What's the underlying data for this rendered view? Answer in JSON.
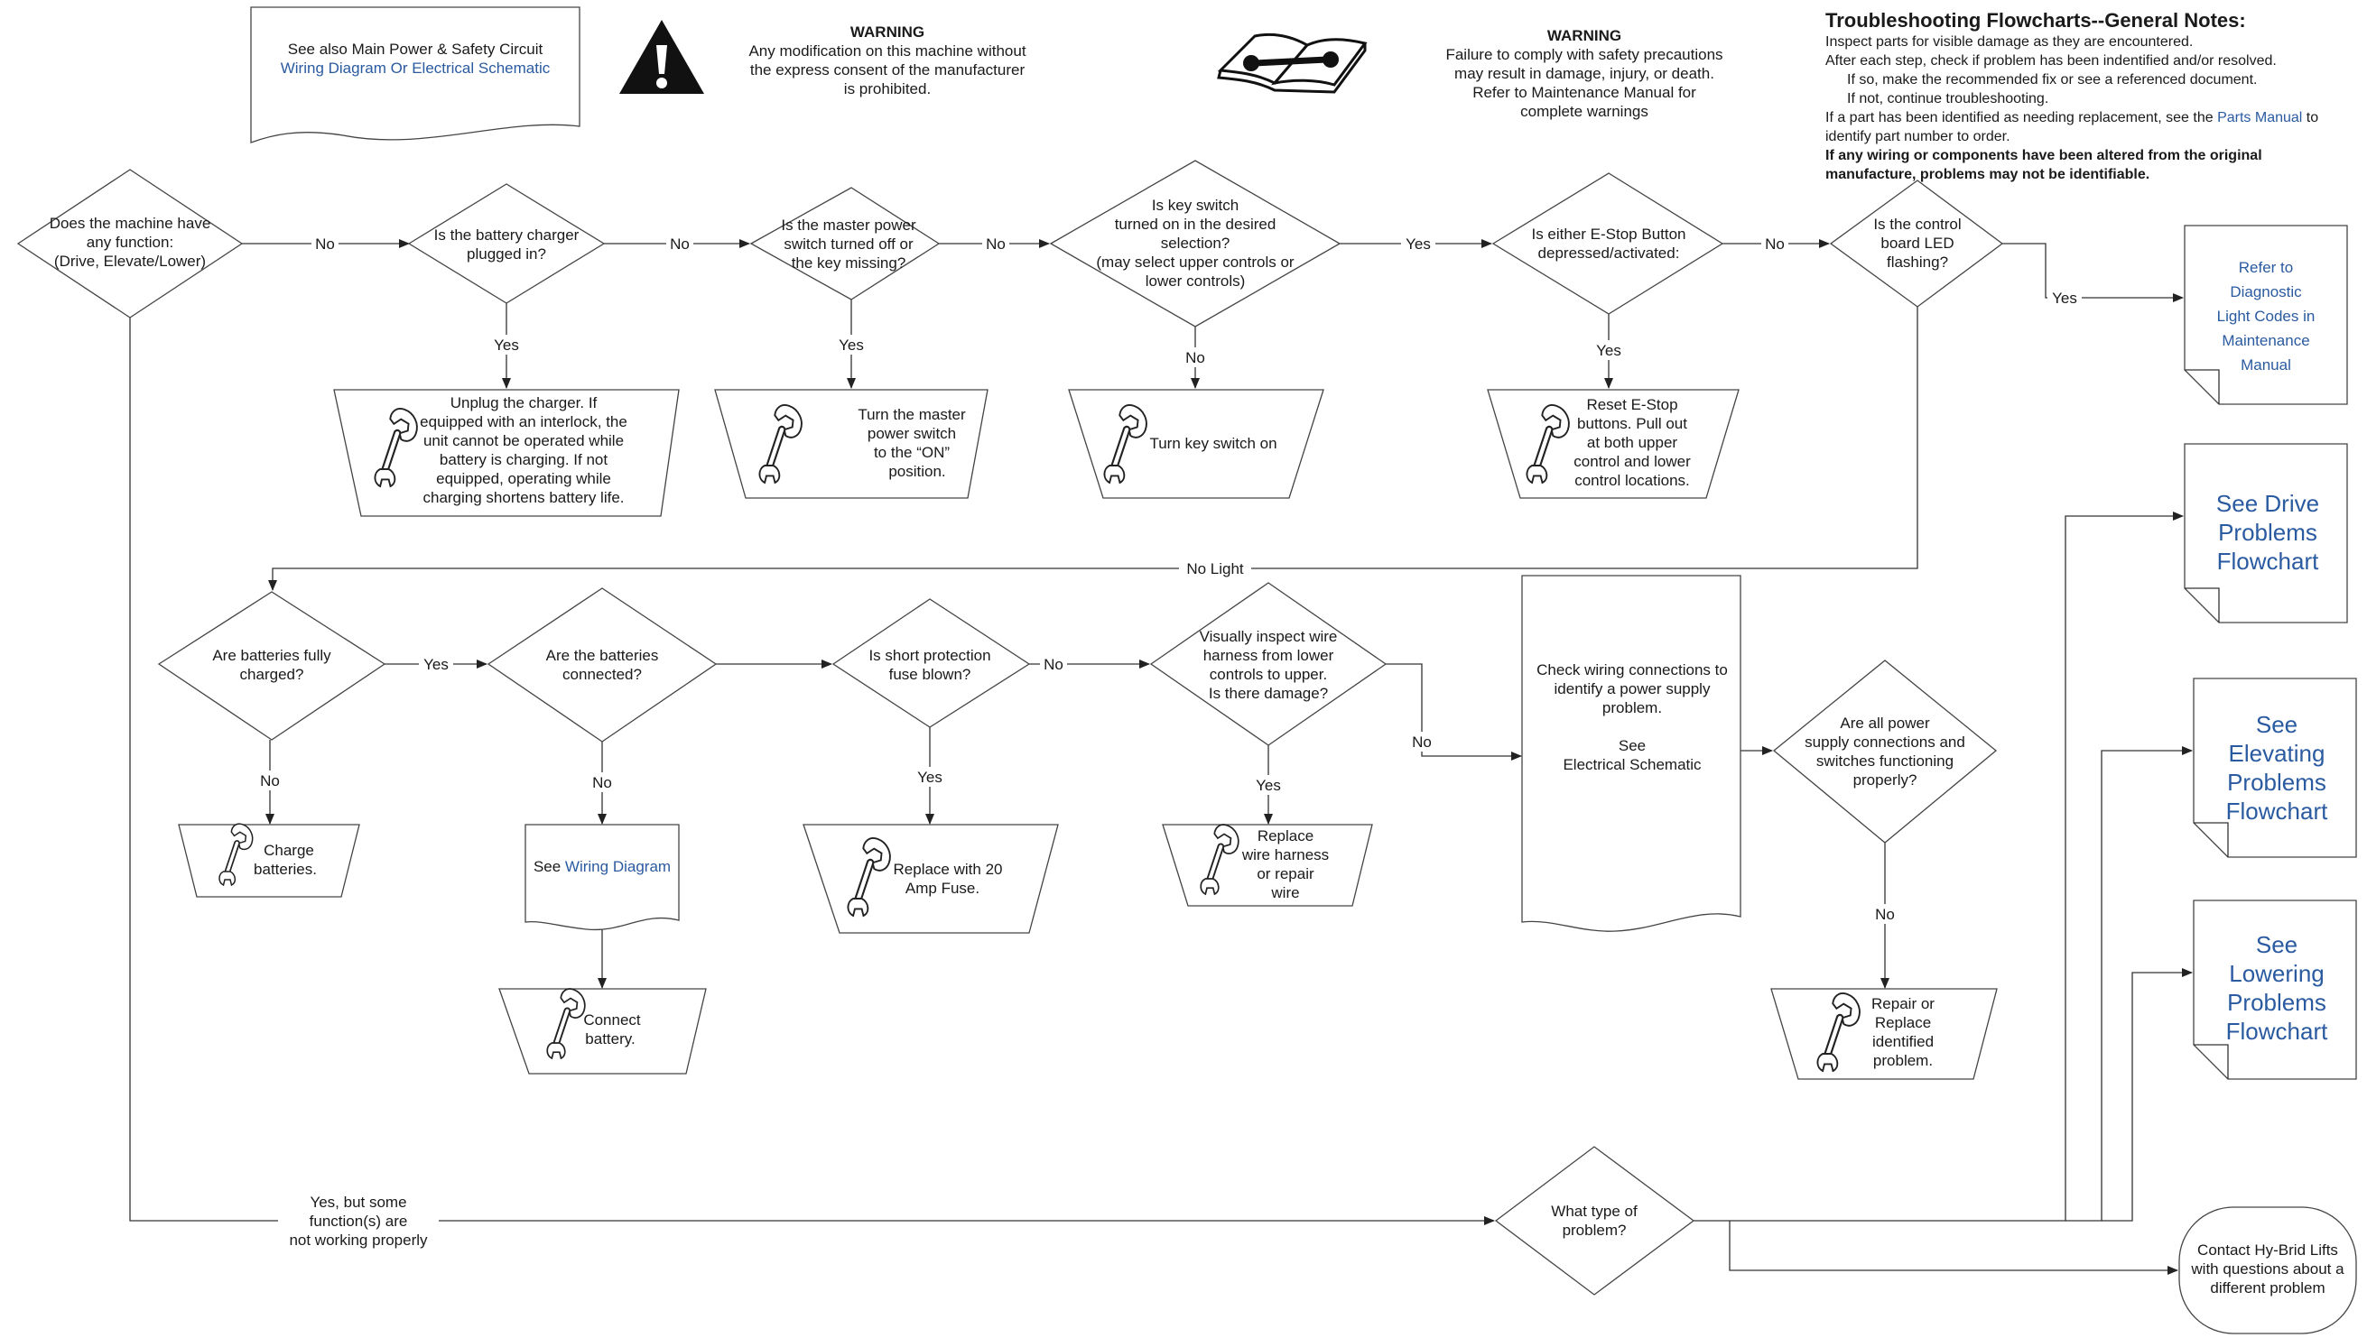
{
  "header": {
    "main_power_note": [
      "See also Main Power & Safety Circuit",
      "Wiring Diagram Or Electrical Schematic"
    ],
    "warning1_title": "WARNING",
    "warning1_lines": [
      "Any modification on this machine without",
      "the express consent of the manufacturer",
      "is prohibited."
    ],
    "warning2_title": "WARNING",
    "warning2_lines": [
      "Failure to comply with safety precautions",
      "may result in damage, injury, or death.",
      "Refer to Maintenance Manual for",
      "complete warnings"
    ]
  },
  "notes": {
    "title": "Troubleshooting Flowcharts--General Notes:",
    "line1": "Inspect parts for visible damage as they are encountered.",
    "line2": "After each step, check if problem has been indentified and/or resolved.",
    "line3": "If so, make the recommended fix or see a referenced document.",
    "line4": "If not, continue troubleshooting.",
    "line5_pre": "If a part has been identified as needing replacement, see the ",
    "line5_link": "Parts Manual",
    "line5_post": " to identify part number to order.",
    "line6": "If any wiring or components have been altered from the original manufacture, problems may not be identifiable."
  },
  "decisions": {
    "d1": [
      "Does the machine have",
      "any function:",
      "(Drive, Elevate/Lower)"
    ],
    "d2": [
      "Is the battery charger",
      "plugged in?"
    ],
    "d3": [
      "Is the master power",
      "switch turned off or",
      "the key missing?"
    ],
    "d4": [
      "Is key switch",
      "turned on in the desired",
      "selection?",
      "(may select upper controls or",
      "lower controls)"
    ],
    "d5": [
      "Is either E-Stop Button",
      "depressed/activated:"
    ],
    "d6": [
      "Is the control",
      "board LED",
      "flashing?"
    ],
    "d7": [
      "Are batteries fully",
      "charged?"
    ],
    "d8": [
      "Are the batteries",
      "connected?"
    ],
    "d9": [
      "Is short protection",
      "fuse blown?"
    ],
    "d10": [
      "Visually inspect wire",
      "harness from lower",
      "controls to upper.",
      "Is there damage?"
    ],
    "d11": [
      "Are all power",
      "supply connections and",
      "switches functioning",
      "properly?"
    ],
    "d12": [
      "What type of",
      "problem?"
    ]
  },
  "actions": {
    "a1": [
      "Unplug the charger.  If",
      "equipped with an interlock, the",
      "unit cannot be operated while",
      "battery is charging. If not",
      "equipped, operating while",
      "charging shortens battery life."
    ],
    "a2": [
      "Turn the master",
      "power switch",
      "to the “ON”",
      "position."
    ],
    "a3": [
      "Turn key switch on"
    ],
    "a4": [
      "Reset E-Stop",
      "buttons.  Pull out",
      "at both upper",
      "control and lower",
      "control locations."
    ],
    "a5": [
      "Charge",
      "batteries."
    ],
    "a6": [
      "Connect",
      "battery."
    ],
    "a7": [
      "Replace with 20",
      "Amp Fuse."
    ],
    "a8": [
      "Replace",
      "wire harness",
      "or repair",
      "wire"
    ],
    "a9": [
      "Repair or",
      "Replace",
      "identified",
      "problem."
    ]
  },
  "documents": {
    "wiring_see": "See ",
    "wiring_link": "Wiring Diagram",
    "check_wiring": [
      "Check wiring connections to",
      "identify a power supply",
      "problem.",
      "",
      "See",
      "Electrical Schematic"
    ]
  },
  "references": {
    "diag_codes": [
      "Refer to",
      "Diagnostic",
      "Light Codes in",
      "Maintenance",
      "Manual"
    ],
    "drive": [
      "See Drive",
      "Problems",
      "Flowchart"
    ],
    "elevating": [
      "See",
      "Elevating",
      "Problems",
      "Flowchart"
    ],
    "lowering": [
      "See",
      "Lowering",
      "Problems",
      "Flowchart"
    ],
    "contact": [
      "Contact Hy-Brid Lifts",
      "with questions about a",
      "different problem"
    ]
  },
  "edge_labels": {
    "no": "No",
    "yes": "Yes",
    "no_light": "No Light",
    "partial": [
      "Yes, but some",
      "function(s) are",
      "not working properly"
    ]
  },
  "icons": {
    "warning": "warning-triangle-icon",
    "manual": "maintenance-manual-icon",
    "wrench": "wrench-icon"
  },
  "colors": {
    "link": "#2a5aa0",
    "line": "#333333"
  }
}
